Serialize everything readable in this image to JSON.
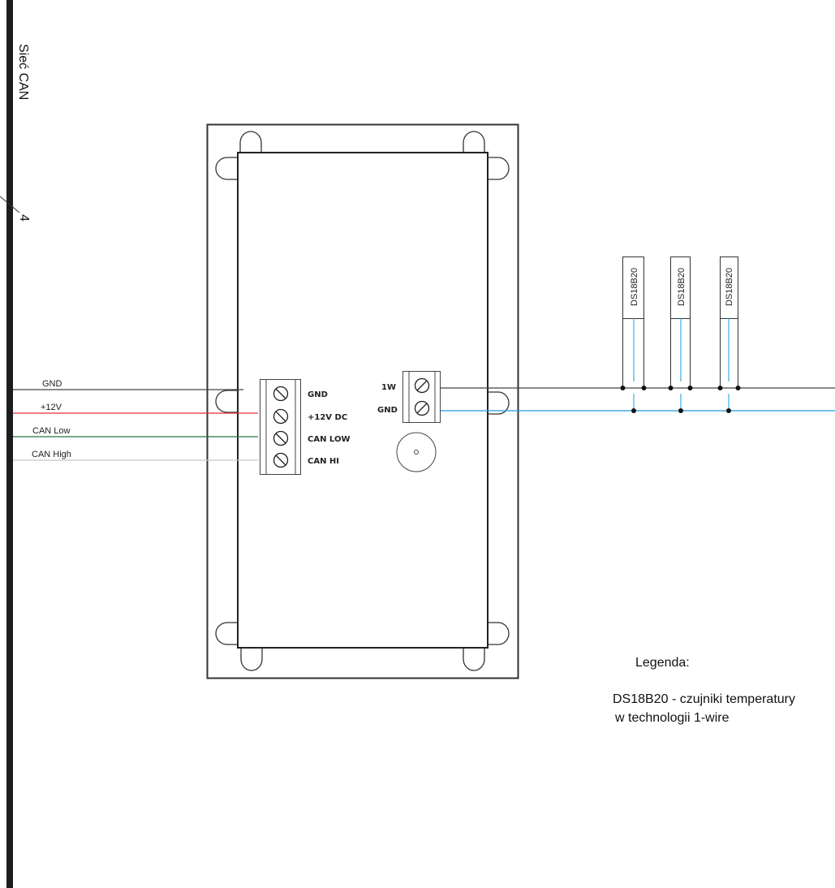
{
  "bus": {
    "label": "Sieć CAN",
    "marker": "4"
  },
  "wires": {
    "gnd": {
      "label": "GND",
      "color": "#444444"
    },
    "plus12": {
      "label": "+12V",
      "color": "#e03030"
    },
    "can_low": {
      "label": "CAN Low",
      "color": "#1f7a3a"
    },
    "can_high": {
      "label": "CAN High",
      "color": "#c8c8c8"
    }
  },
  "terminal_main": [
    "GND",
    "+12V DC",
    "CAN LOW",
    "CAN HI"
  ],
  "terminal_1w": [
    "1W",
    "GND"
  ],
  "sensors": [
    {
      "label": "DS18B20"
    },
    {
      "label": "DS18B20"
    },
    {
      "label": "DS18B20"
    }
  ],
  "colors": {
    "onewire_gnd": "#1a9be0",
    "onewire_data": "#444444"
  },
  "legend": {
    "title": "Legenda:",
    "line1": "DS18B20 - czujniki temperatury",
    "line2": "w technologii 1-wire"
  }
}
